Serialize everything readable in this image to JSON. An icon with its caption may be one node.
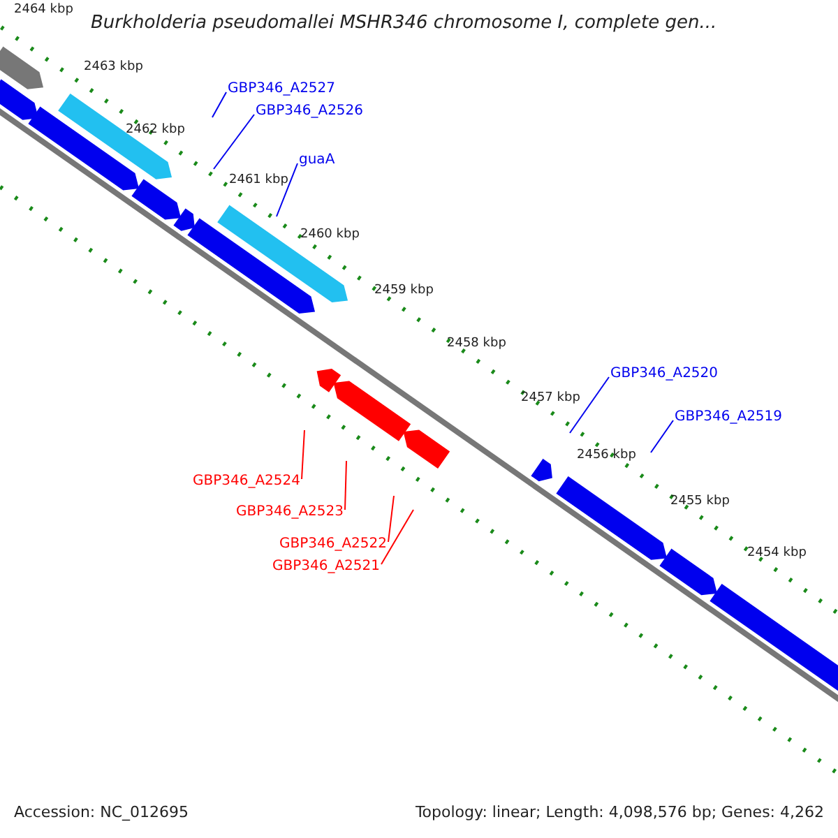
{
  "diagram": {
    "title": "Burkholderia pseudomallei MSHR346 chromosome I, complete gen...",
    "nodes": [
      {
        "text": [
          "GBP346_A2527"
        ]
      },
      {
        "text": [
          "GBP346_A2526"
        ]
      },
      {
        "text": [
          "guaA"
        ]
      },
      {
        "text": [
          "GBP346_A2520"
        ]
      },
      {
        "text": [
          "GBP346_A2519"
        ]
      },
      {
        "text": [
          "GBP346_A2524"
        ]
      },
      {
        "text": [
          "GBP346_A2523"
        ]
      },
      {
        "text": [
          "GBP346_A2522"
        ]
      },
      {
        "text": [
          "GBP346_A2521"
        ]
      }
    ],
    "edges": [
      {
        "from": 0,
        "to": null,
        "arrow": "none"
      },
      {
        "from": 1,
        "to": null,
        "arrow": "none"
      },
      {
        "from": 2,
        "to": null,
        "arrow": "none"
      },
      {
        "from": 3,
        "to": null,
        "arrow": "none"
      },
      {
        "from": 4,
        "to": null,
        "arrow": "none"
      },
      {
        "from": 5,
        "to": null,
        "arrow": "none",
        "color": "#ff0000"
      },
      {
        "from": 6,
        "to": null,
        "arrow": "none",
        "color": "#ff0000"
      },
      {
        "from": 7,
        "to": null,
        "arrow": "none",
        "color": "#ff0000"
      },
      {
        "from": 8,
        "to": null,
        "arrow": "none",
        "color": "#ff0000"
      }
    ],
    "labels": [
      "2464 kbp",
      "2463 kbp",
      "2462 kbp",
      "2461 kbp",
      "2460 kbp",
      "2459 kbp",
      "2458 kbp",
      "2457 kbp",
      "2456 kbp",
      "2455 kbp",
      "2454 kbp",
      "Accession: NC_012695",
      "Topology: linear; Length: 4,098,576 bp; Genes: 4,262"
    ]
  }
}
